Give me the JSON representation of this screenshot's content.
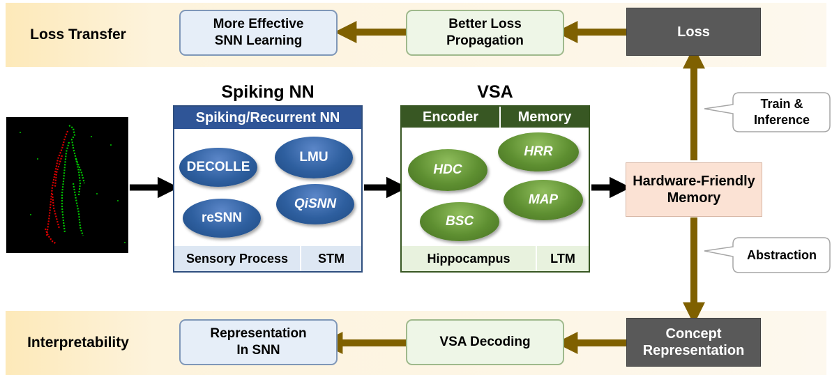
{
  "bands": {
    "top_label": "Loss Transfer",
    "bottom_label": "Interpretability"
  },
  "top_row": {
    "learning": "More Effective\nSNN Learning",
    "propagation": "Better Loss\nPropagation",
    "loss": "Loss"
  },
  "bottom_row": {
    "representation": "Representation\nIn SNN",
    "decoding": "VSA Decoding",
    "concept": "Concept\nRepresentation"
  },
  "spiking": {
    "title": "Spiking NN",
    "header": "Spiking/Recurrent NN",
    "nodes": [
      "DECOLLE",
      "LMU",
      "reSNN",
      "QiSNN"
    ],
    "footer_left": "Sensory Process",
    "footer_right": "STM"
  },
  "vsa": {
    "title": "VSA",
    "header_left": "Encoder",
    "header_right": "Memory",
    "nodes": [
      "HDC",
      "HRR",
      "BSC",
      "MAP"
    ],
    "footer_left": "Hippocampus",
    "footer_right": "LTM"
  },
  "memory": "Hardware-Friendly\nMemory",
  "callouts": {
    "train": "Train &\nInference",
    "abstraction": "Abstraction"
  },
  "colors": {
    "arrow": "#7f6000",
    "spiking_header": "#2f5597",
    "vsa_header": "#385723",
    "dark_box": "#595959",
    "memory_box": "#fbe2d4"
  },
  "input_image": {
    "icon": "event-camera-person-silhouette",
    "polarities": [
      "red",
      "green"
    ]
  }
}
